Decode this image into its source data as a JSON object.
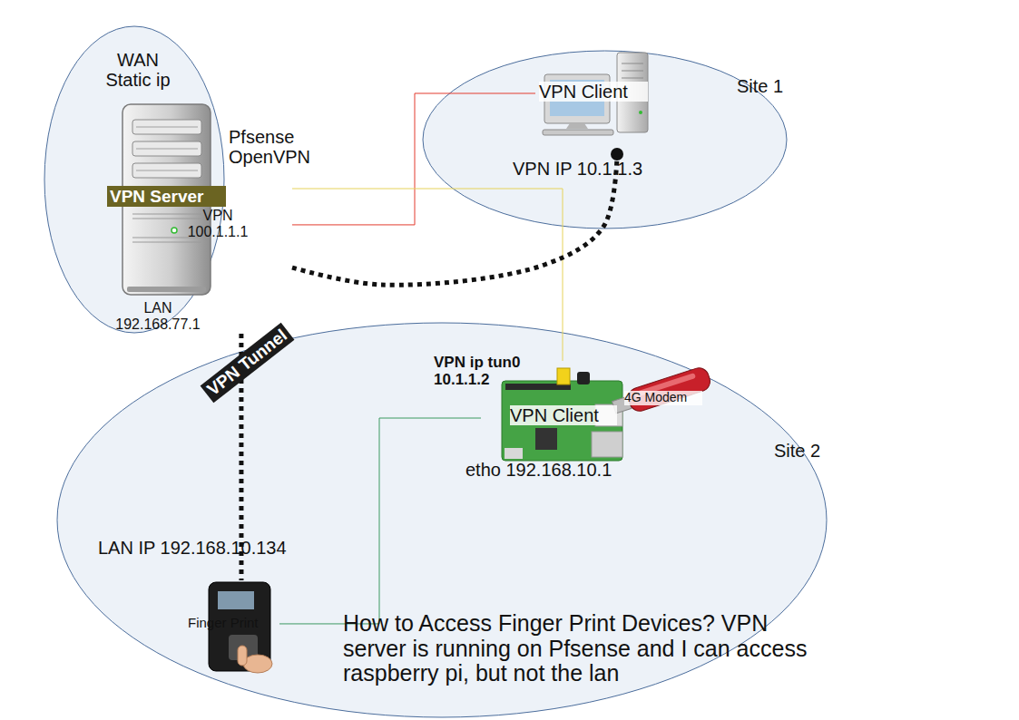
{
  "diagram": {
    "nodes": [
      {
        "text": [
          "WAN Static ip"
        ]
      },
      {
        "text": [
          "Pfsense OpenVPN",
          "VPN Server",
          "VPN 100.1.1.1",
          "LAN 192.168.77.1"
        ],
        "in": 0
      },
      {
        "text": [
          "Site 1"
        ]
      },
      {
        "text": [
          "VPN Client",
          "VPN IP 10.1.1.3"
        ],
        "in": 2
      },
      {
        "text": [
          "Site 2"
        ]
      },
      {
        "text": [
          "VPN ip tun0 10.1.1.2",
          "VPN Client",
          "4G Modem",
          "etho 192.168.10.1"
        ],
        "in": 4
      },
      {
        "text": [
          "LAN IP 192.168.10.134",
          "Finger Print"
        ],
        "in": 4
      }
    ],
    "edges": [
      {
        "from": 3,
        "to": 1,
        "arrow": "none"
      },
      {
        "from": 1,
        "to": 5,
        "arrow": "none"
      },
      {
        "from": 1,
        "to": 3,
        "arrow": "none"
      },
      {
        "from": 1,
        "to": 6,
        "label": "VPN Tunnel",
        "arrow": "none"
      },
      {
        "from": 5,
        "to": 6,
        "arrow": "none"
      }
    ],
    "labels": [
      "How to Access Finger Print Devices? VPN server is running on Pfsense and I can access raspberry pi, but not the lan"
    ]
  }
}
